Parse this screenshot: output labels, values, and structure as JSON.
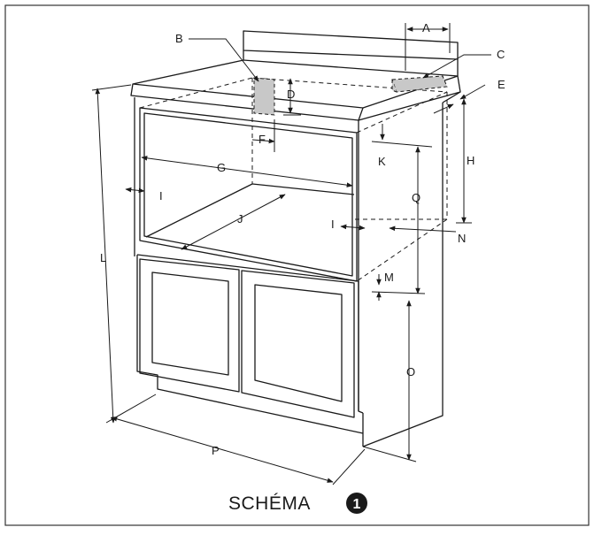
{
  "diagram": {
    "caption": "SCHÉMA",
    "caption_number": "1",
    "labels": {
      "A": "A",
      "B": "B",
      "C": "C",
      "D": "D",
      "E": "E",
      "F": "F",
      "G": "G",
      "H": "H",
      "I": "I",
      "J": "J",
      "K": "K",
      "L": "L",
      "M": "M",
      "N": "N",
      "O": "O",
      "P": "P",
      "Q": "Q"
    },
    "colors": {
      "line": "#1a1a1a",
      "shade": "#c8c8c8",
      "frame": "#333333"
    }
  }
}
